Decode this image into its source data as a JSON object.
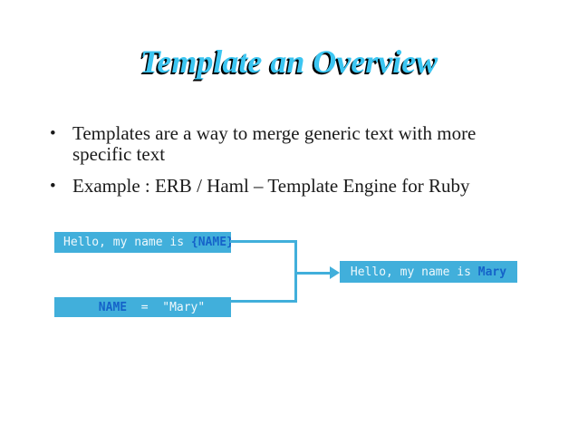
{
  "title": "Template an Overview",
  "bullets": [
    {
      "lines": [
        "Templates are a way to merge generic text with more",
        "specific text"
      ]
    },
    {
      "lines": [
        "Example : ERB / Haml – Template Engine for Ruby"
      ]
    }
  ],
  "bullet_glyph": "•",
  "diagram": {
    "template_box": [
      {
        "t": "Hello, my name is ",
        "k": "plain"
      },
      {
        "t": "{NAME}",
        "k": "var"
      }
    ],
    "value_box": [
      {
        "t": "NAME",
        "k": "var"
      },
      {
        "t": "  =  \"Mary\"",
        "k": "plain"
      }
    ],
    "result_box": [
      {
        "t": "Hello, my name is ",
        "k": "plain"
      },
      {
        "t": "Mary",
        "k": "var"
      }
    ]
  },
  "colors": {
    "background": "#ffffff",
    "title_blue": "#3cc6f2",
    "title_shadow": "#000000",
    "body_text": "#1a1a1a",
    "box_fill": "#41afdb",
    "box_text_light": "#eef8fc",
    "box_text_var": "#1563c9"
  }
}
